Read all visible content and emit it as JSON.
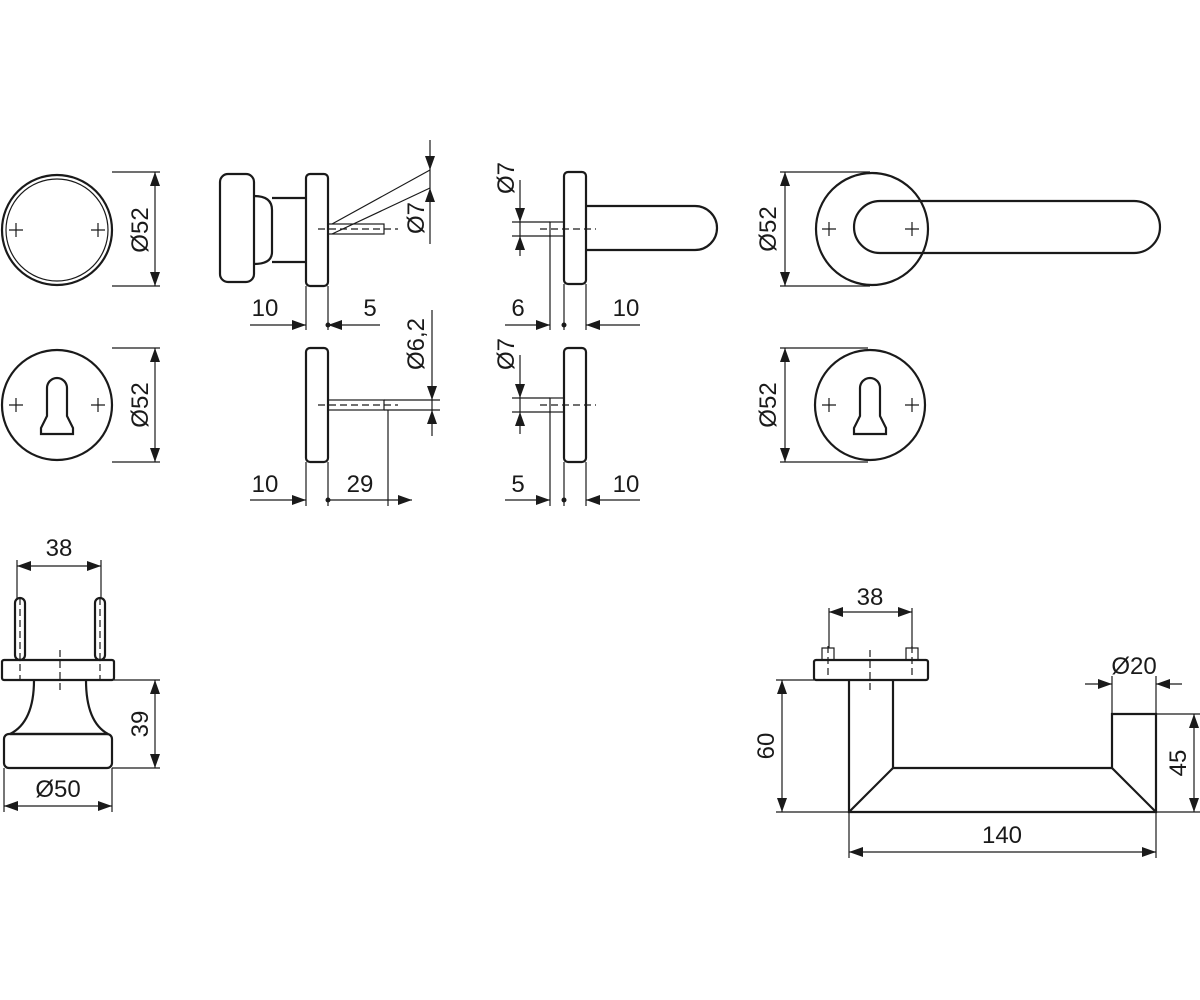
{
  "labels": {
    "rose_knob_diameter": "Ø52",
    "knob_side_left": "10",
    "knob_side_right": "5",
    "knob_pin_diameter": "Ø7",
    "lever_side_pin_diameter": "Ø7",
    "lever_side_left": "6",
    "lever_side_right": "10",
    "rose_lever_diameter": "Ø52",
    "rose_cyl_left_diameter": "Ø52",
    "cyl_side_pin_diameter": "Ø6,2",
    "cyl_side_left": "10",
    "cyl_side_right": "29",
    "cyl_lever_side_pin_diameter": "Ø7",
    "cyl_lever_side_left": "5",
    "cyl_lever_side_right": "10",
    "rose_cyl_right_diameter": "Ø52",
    "knob_bottom_spacing": "38",
    "knob_bottom_height": "39",
    "knob_bottom_diameter": "Ø50",
    "lever_bottom_spacing": "38",
    "lever_bottom_grip_diameter": "Ø20",
    "lever_bottom_height": "60",
    "lever_bottom_drop": "45",
    "lever_bottom_length": "140"
  }
}
